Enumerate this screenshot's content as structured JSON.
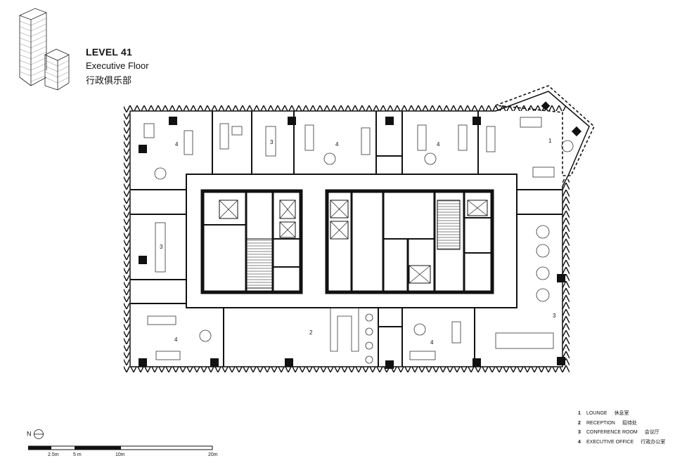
{
  "header": {
    "level": "LEVEL 41",
    "subtitle": "Executive Floor",
    "subtitle_cn": "行政俱乐部"
  },
  "room_numbers": [
    "1",
    "2",
    "3",
    "4"
  ],
  "legend": [
    {
      "num": "1",
      "en": "LOUNGE",
      "cn": "休息室"
    },
    {
      "num": "2",
      "en": "RECEPTION",
      "cn": "招待处"
    },
    {
      "num": "3",
      "en": "CONFERENCE ROOM",
      "cn": "会议厅"
    },
    {
      "num": "4",
      "en": "EXECUTIVE OFFICE",
      "cn": "行政办公室"
    }
  ],
  "north": {
    "label": "N"
  },
  "scale": [
    "2.5m",
    "5 m",
    "10m",
    "20m"
  ]
}
